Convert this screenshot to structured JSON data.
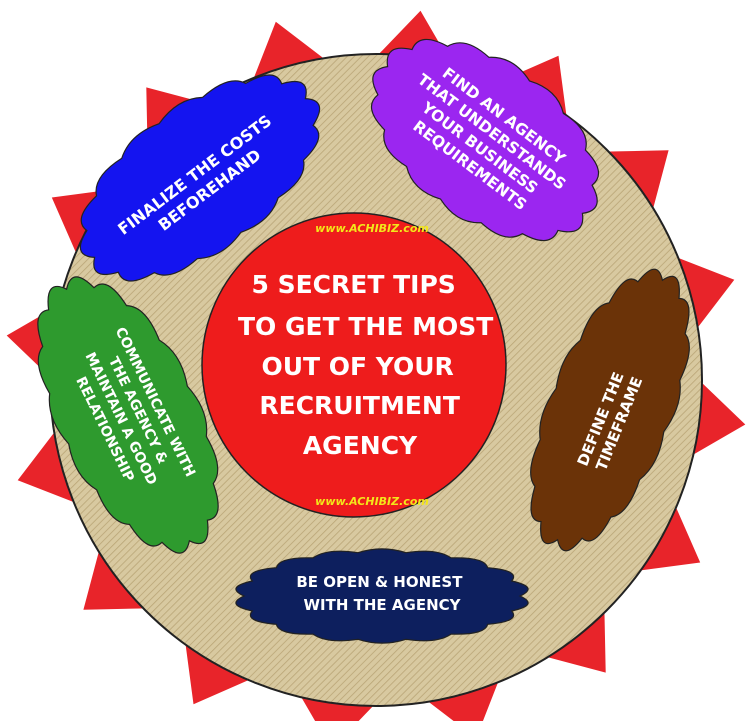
{
  "colors": {
    "star": "#e8242a",
    "disc": "#d8c9a0",
    "disc_stripe": "#b9a576",
    "disc_border": "#222222",
    "center": "#ee1c1c",
    "brand": "#f3e61a"
  },
  "center": {
    "lines": [
      "5 SECRET TIPS",
      "TO GET THE MOST",
      "OUT OF YOUR",
      "RECRUITMENT",
      "AGENCY"
    ],
    "brand_top": "www.ACHIBIZ.com",
    "brand_bottom": "www.ACHIBIZ.com"
  },
  "tips": [
    {
      "id": "costs",
      "color": "#1414f0",
      "lines": [
        "FINALIZE THE COSTS",
        "BEFOREHAND"
      ]
    },
    {
      "id": "agency",
      "color": "#9b26f0",
      "lines": [
        "FIND AN AGENCY",
        "THAT UNDERSTANDS",
        "YOUR BUSINESS",
        "REQUIREMENTS"
      ]
    },
    {
      "id": "timeframe",
      "color": "#6b3308",
      "lines": [
        "DEFINE THE",
        "TIMEFRAME"
      ]
    },
    {
      "id": "honest",
      "color": "#0d1f5e",
      "lines": [
        "BE OPEN & HONEST",
        "WITH THE AGENCY"
      ]
    },
    {
      "id": "communicate",
      "color": "#2e9a2e",
      "lines": [
        "COMMUNICATE WITH",
        "THE AGENCY &",
        "MAINTAIN A GOOD",
        "RELATIONSHIP"
      ]
    }
  ]
}
